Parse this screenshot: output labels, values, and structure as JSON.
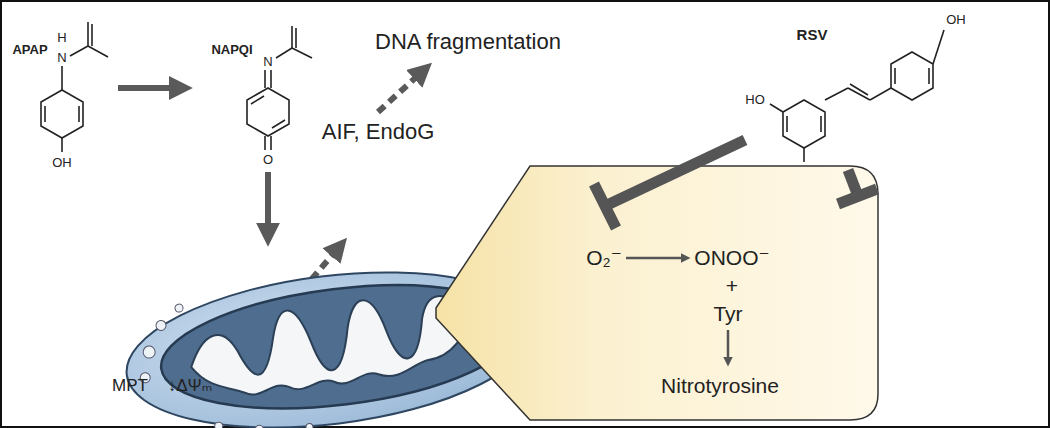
{
  "diagram": {
    "nodes": [
      {
        "text": [
          "O₂⁻",
          "ONOO⁻",
          "+",
          "Tyr",
          "Nitrotyrosine"
        ]
      }
    ],
    "labels": [
      "APAP",
      "H",
      "N",
      "OH",
      "NAPQI",
      "N",
      "O",
      "DNA fragmentation",
      "AIF, EndoG",
      "RSV",
      "OH",
      "HO",
      "OH",
      "MPT",
      "↓ΔΨₘ"
    ]
  }
}
